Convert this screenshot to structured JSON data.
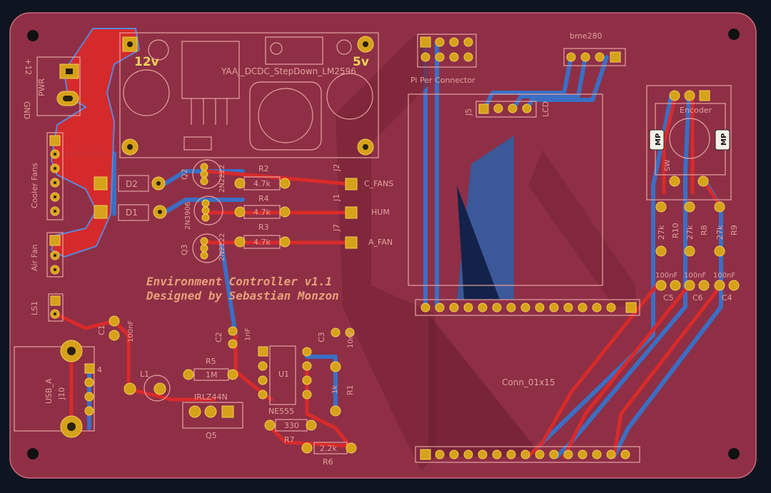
{
  "board": {
    "title_line1": "Environment Controller v1.1",
    "title_line2": "Designed by Sebastian Monzon",
    "colors": {
      "board": "#8e2f46",
      "copper_front": "#d92a2a",
      "copper_back": "#3a6fc4",
      "silk": "#e2a19b",
      "pad": "#d6a21a",
      "background": "#0f1520"
    }
  },
  "labels": {
    "v12": "12v",
    "v5": "5v",
    "module": "YAAJ_DCDC_StepDown_LM2596",
    "plus12": "+12",
    "pwr": "PWR",
    "gnd": "GND",
    "cooler_fans": "Cooler Fans",
    "air_fan": "Air Fan",
    "ls1": "LS1",
    "usb": "USB_A",
    "j10": "J10",
    "d2": "D2",
    "d1": "D1",
    "q2": "Q2",
    "q2_part": "2N2222",
    "q4_part": "2N3906",
    "q3": "Q3",
    "q3_part": "2N2222",
    "r2": "R2",
    "r2_val": "4.7k",
    "r4": "R4",
    "r4_val": "4.7k",
    "r3": "R3",
    "r3_val": "4.7k",
    "j2": "J2",
    "j1": "J1",
    "j7": "J7",
    "c_fans": "C_FANS",
    "hum": "HUM",
    "a_fan": "A_FAN",
    "pi_conn": "Pi Per Connector",
    "j5": "J5",
    "lcd": "LCD",
    "bme": "bme280",
    "encoder": "Encoder",
    "sw": "SW",
    "r10": "R10",
    "r8": "R8",
    "r9": "R9",
    "r_val": "27k",
    "c5": "C5",
    "c6": "C6",
    "c4": "C4",
    "c_val": "100nF",
    "c1": "C1",
    "c1_val": "100nF",
    "c2": "C2",
    "c2_val": "1nF",
    "c3": "C3",
    "c3_val": "10nF",
    "l1": "L1",
    "r5": "R5",
    "r5_val": "1M",
    "u1": "U1",
    "ne555": "NE555",
    "irlz": "IRLZ44N",
    "q5": "Q5",
    "r1": "R1",
    "r1_val": "1k",
    "r7": "R7",
    "r7_val": "330",
    "r6": "R6",
    "r6_val": "2.2k",
    "conn": "Conn_01x15",
    "mp": "MP",
    "j4": "4"
  }
}
